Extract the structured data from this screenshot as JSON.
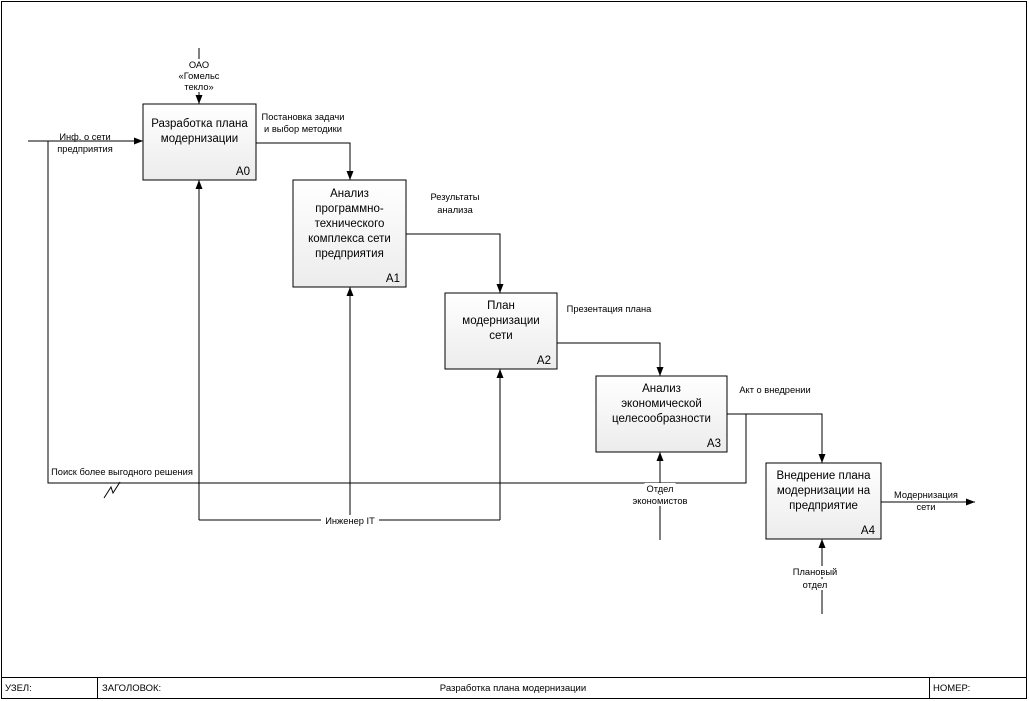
{
  "diagram": {
    "boxes": [
      {
        "id": "A0",
        "number": "A0",
        "title_lines": [
          "Разработка плана",
          "модернизации"
        ]
      },
      {
        "id": "A1",
        "number": "A1",
        "title_lines": [
          "Анализ",
          "программно-",
          "технического",
          "комплекса сети",
          "предприятия"
        ]
      },
      {
        "id": "A2",
        "number": "A2",
        "title_lines": [
          "План",
          "модернизации",
          "сети"
        ]
      },
      {
        "id": "A3",
        "number": "A3",
        "title_lines": [
          "Анализ",
          "экономической",
          "целесообразности"
        ]
      },
      {
        "id": "A4",
        "number": "A4",
        "title_lines": [
          "Внедрение плана",
          "модернизации на",
          "предприятие"
        ]
      }
    ],
    "labels": {
      "control_a0": [
        "ОАО",
        "«Гомельс",
        "текло»"
      ],
      "input_a0": [
        "Инф. о сети",
        "предприятия"
      ],
      "a0_to_a1": [
        "Постановка задачи",
        "и выбор методики"
      ],
      "a1_to_a2": [
        "Результаты",
        "анализа"
      ],
      "a2_to_a3": [
        "Презентация плана"
      ],
      "a3_to_a4": [
        "Акт о внедрении"
      ],
      "feedback": [
        "Поиск более выгодного решения"
      ],
      "mechanism_it": [
        "Инженер IT"
      ],
      "mechanism_econ": [
        "Отдел",
        "экономистов"
      ],
      "mechanism_plan": [
        "Плановый",
        "отдел"
      ],
      "output_a4": [
        "Модернизация",
        "сети"
      ]
    }
  },
  "footer": {
    "node_label": "УЗЕЛ:",
    "title_label": "ЗАГОЛОВОК:",
    "title_value": "Разработка плана модернизации",
    "number_label": "НОМЕР:"
  }
}
